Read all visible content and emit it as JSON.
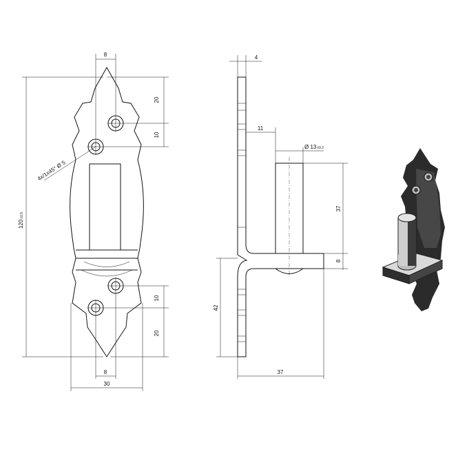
{
  "front_view": {
    "dim_hole_width": "8",
    "dim_top_spacing": "20",
    "dim_top_hole_gap": "10",
    "dim_bottom_hole_gap": "10",
    "dim_bottom_spacing": "20",
    "dim_bottom_hole_width": "8",
    "dim_width": "30",
    "dim_height": "120",
    "dim_height_tol": "±0.5",
    "hole_note": "4x/1x45° Ø 5"
  },
  "side_view": {
    "dim_thickness": "4",
    "dim_pin_offset": "11",
    "dim_pin_diameter": "Ø 13",
    "dim_pin_diameter_tol": "±0.2",
    "dim_pin_height": "37",
    "dim_base_thickness": "8",
    "dim_lower_height": "42",
    "dim_base_length": "37"
  },
  "colors": {
    "line": "#111111",
    "render_dark": "#2a2a2a",
    "render_light": "#d8d8d8"
  }
}
